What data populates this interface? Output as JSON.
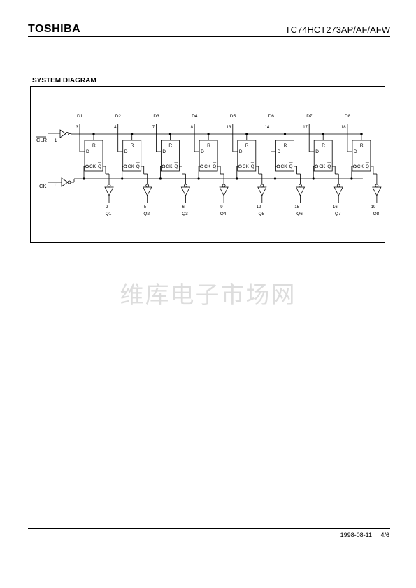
{
  "header": {
    "brand": "TOSHIBA",
    "part_number": "TC74HCT273AP/AF/AFW"
  },
  "section": {
    "title": "SYSTEM DIAGRAM"
  },
  "diagram": {
    "clr": {
      "label": "CLR",
      "pin": "1"
    },
    "ck": {
      "label": "CK",
      "pin": "11"
    },
    "flipflop_labels": {
      "reset": "R",
      "data": "D",
      "clock": "CK",
      "q": "Q"
    },
    "stages": [
      {
        "d_label": "D1",
        "d_pin": "3",
        "q_pin": "2",
        "q_label": "Q1"
      },
      {
        "d_label": "D2",
        "d_pin": "4",
        "q_pin": "5",
        "q_label": "Q2"
      },
      {
        "d_label": "D3",
        "d_pin": "7",
        "q_pin": "6",
        "q_label": "Q3"
      },
      {
        "d_label": "D4",
        "d_pin": "8",
        "q_pin": "9",
        "q_label": "Q4"
      },
      {
        "d_label": "D5",
        "d_pin": "13",
        "q_pin": "12",
        "q_label": "Q5"
      },
      {
        "d_label": "D6",
        "d_pin": "14",
        "q_pin": "15",
        "q_label": "Q6"
      },
      {
        "d_label": "D7",
        "d_pin": "17",
        "q_pin": "16",
        "q_label": "Q7"
      },
      {
        "d_label": "D8",
        "d_pin": "18",
        "q_pin": "19",
        "q_label": "Q8"
      }
    ]
  },
  "watermark": "维库电子市场网",
  "footer": {
    "date": "1998-08-11",
    "page": "4/6"
  }
}
